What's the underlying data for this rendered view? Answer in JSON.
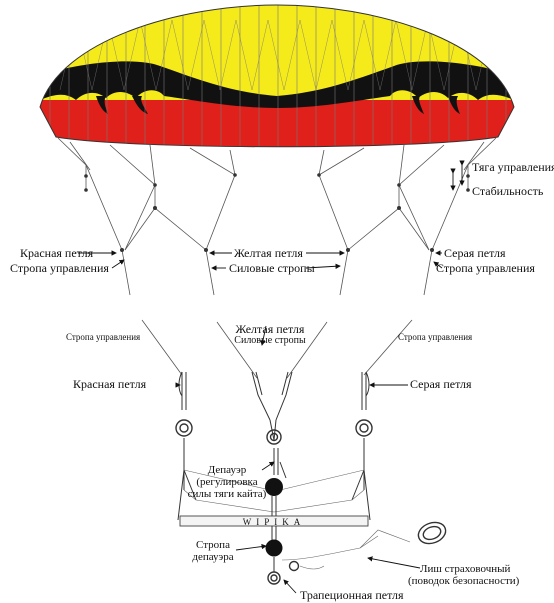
{
  "colors": {
    "canopy_top": "#f5ea1a",
    "canopy_band": "#111111",
    "canopy_bottom": "#e0201a",
    "lines": "#555555",
    "background": "#ffffff"
  },
  "top_diagram": {
    "tyaga": "Тяга управления",
    "stabilnost": "Стабильность",
    "krasnaya_petlya": "Красная петля",
    "stropa_upravleniya_left": "Стропа управления",
    "zheltaya_petlya": "Желтая петля",
    "silovye_stropy": "Силовые стропы",
    "seraya_petlya": "Серая петля",
    "stropa_upravleniya_right": "Стропа управления"
  },
  "bottom_diagram": {
    "stropa_upravleniya_left": "Стропа управления",
    "zheltaya_petlya": "Желтая петля",
    "silovye_stropy": "Силовые стропы",
    "stropa_upravleniya_right": "Стропа управления",
    "krasnaya_petlya": "Красная петля",
    "seraya_petlya": "Серая петля",
    "depauer": [
      "Депауэр",
      "(регулировка",
      "силы тяги кайта)"
    ],
    "bar_brand": "WIPIKA",
    "stropa_depauera": [
      "Стропа",
      "депауэра"
    ],
    "lish": [
      "Лиш страховочный",
      "(поводок безопасности)"
    ],
    "trapecionnaya_petlya": "Трапеционная петля"
  }
}
